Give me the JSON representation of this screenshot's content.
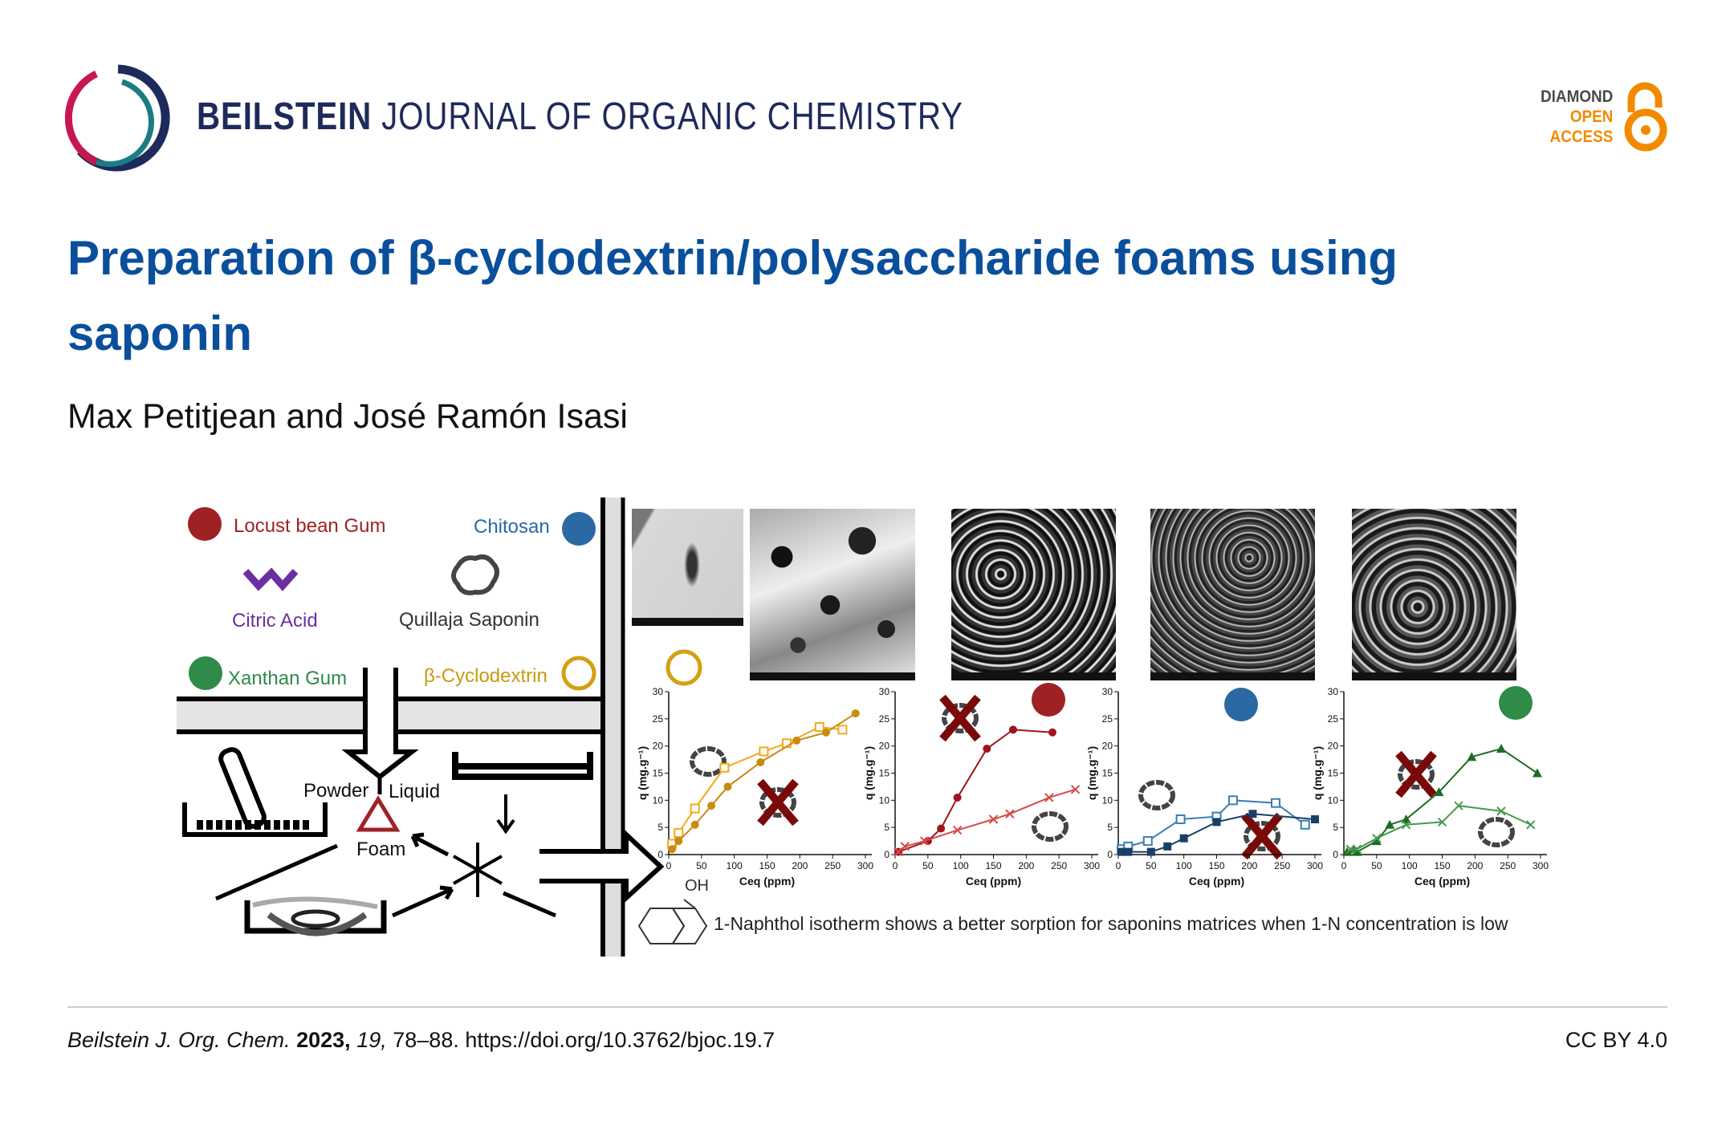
{
  "header": {
    "journal_bold": "BEILSTEIN",
    "journal_rest": "JOURNAL OF ORGANIC CHEMISTRY",
    "open_access": [
      "DIAMOND",
      "OPEN",
      "ACCESS"
    ],
    "colors": {
      "navy": "#1f2a5c",
      "red": "#c8174f",
      "teal": "#1b7c84",
      "orange": "#f28a00"
    }
  },
  "article": {
    "title": "Preparation of β-cyclodextrin/polysaccharide foams using saponin",
    "authors": "Max Petitjean and José Ramón Isasi"
  },
  "graphic": {
    "legend": {
      "locust": "Locust bean Gum",
      "chitosan": "Chitosan",
      "citric": "Citric Acid",
      "saponin": "Quillaja Saponin",
      "xanthan": "Xanthan Gum",
      "cd": "β-Cyclodextrin"
    },
    "process": {
      "powder": "Powder",
      "liquid": "Liquid",
      "foam": "Foam"
    },
    "oh": "OH",
    "caption": "1-Naphthol isotherm shows a better sorption for saponins matrices when 1-N concentration is low",
    "colors": {
      "locust": "#9e2224",
      "chitosan": "#2a69a3",
      "xanthan": "#2e8b48",
      "citric": "#6a2ea0",
      "cd": "#d4a010",
      "cross": "#7a0a0a"
    }
  },
  "chart_data": [
    {
      "type": "scatter",
      "name": "beta-cyclodextrin",
      "xlabel": "Ceq (ppm)",
      "ylabel": "q (mg.g⁻¹)",
      "xlim": [
        0,
        300
      ],
      "ylim": [
        0,
        30
      ],
      "xticks": [
        "0",
        "50",
        "100",
        "150",
        "200",
        "250",
        "300"
      ],
      "yticks": [
        "0",
        "5",
        "10",
        "15",
        "20",
        "25",
        "30"
      ],
      "series": [
        {
          "name": "with saponin",
          "marker": "square-open",
          "color": "#f7a81b",
          "x": [
            5,
            15,
            40,
            85,
            145,
            180,
            230,
            265
          ],
          "y": [
            2,
            4,
            8.5,
            16,
            19,
            20.5,
            23.5,
            23
          ]
        },
        {
          "name": "without saponin",
          "marker": "circle",
          "color": "#c98a10",
          "x": [
            5,
            15,
            40,
            65,
            90,
            140,
            195,
            240,
            285
          ],
          "y": [
            1,
            2.5,
            5.5,
            9,
            12.5,
            17,
            21,
            22.5,
            26
          ]
        }
      ]
    },
    {
      "type": "scatter",
      "name": "locust-bean-gum",
      "xlabel": "Ceq (ppm)",
      "ylabel": "q (mg.g⁻¹)",
      "xlim": [
        0,
        300
      ],
      "ylim": [
        0,
        30
      ],
      "xticks": [
        "0",
        "50",
        "100",
        "150",
        "200",
        "250",
        "300"
      ],
      "yticks": [
        "0",
        "5",
        "10",
        "15",
        "20",
        "25",
        "30"
      ],
      "series": [
        {
          "name": "without saponin",
          "marker": "circle",
          "color": "#a0141c",
          "x": [
            5,
            50,
            70,
            95,
            140,
            180,
            240
          ],
          "y": [
            0.5,
            2.5,
            4.8,
            10.5,
            19.5,
            23,
            22.5
          ]
        },
        {
          "name": "with saponin",
          "marker": "x-open",
          "color": "#d44a4a",
          "x": [
            5,
            15,
            45,
            95,
            150,
            175,
            235,
            275
          ],
          "y": [
            0.5,
            1.5,
            2.5,
            4.5,
            6.5,
            7.5,
            10.5,
            12
          ]
        }
      ]
    },
    {
      "type": "scatter",
      "name": "chitosan",
      "xlabel": "Ceq (ppm)",
      "ylabel": "q (mg.g⁻¹)",
      "xlim": [
        0,
        300
      ],
      "ylim": [
        0,
        30
      ],
      "xticks": [
        "0",
        "50",
        "100",
        "150",
        "200",
        "250",
        "300"
      ],
      "yticks": [
        "0",
        "5",
        "10",
        "15",
        "20",
        "25",
        "30"
      ],
      "series": [
        {
          "name": "with saponin",
          "marker": "square-open",
          "color": "#3a7fb5",
          "x": [
            5,
            15,
            45,
            95,
            150,
            175,
            240,
            285
          ],
          "y": [
            1,
            1.5,
            2.5,
            6.5,
            7,
            10,
            9.5,
            5.5
          ]
        },
        {
          "name": "without saponin",
          "marker": "square",
          "color": "#1a3f66",
          "x": [
            5,
            15,
            50,
            75,
            100,
            150,
            205,
            300
          ],
          "y": [
            0.5,
            0.5,
            0.5,
            1.5,
            3,
            6,
            7.5,
            6.5
          ]
        }
      ]
    },
    {
      "type": "scatter",
      "name": "xanthan-gum",
      "xlabel": "Ceq (ppm)",
      "ylabel": "q (mg.g⁻¹)",
      "xlim": [
        0,
        300
      ],
      "ylim": [
        0,
        30
      ],
      "xticks": [
        "0",
        "50",
        "100",
        "150",
        "200",
        "250",
        "300"
      ],
      "yticks": [
        "0",
        "5",
        "10",
        "15",
        "20",
        "25",
        "30"
      ],
      "series": [
        {
          "name": "without saponin",
          "marker": "triangle",
          "color": "#1e6b26",
          "x": [
            5,
            15,
            20,
            50,
            70,
            95,
            145,
            195,
            240,
            295
          ],
          "y": [
            0.5,
            1,
            0.5,
            2.5,
            5.5,
            6.5,
            11.5,
            18,
            19.5,
            15
          ]
        },
        {
          "name": "with saponin",
          "marker": "x-open",
          "color": "#4a9a50",
          "x": [
            10,
            20,
            50,
            95,
            150,
            175,
            240,
            285
          ],
          "y": [
            1,
            1,
            3,
            5.5,
            6,
            9,
            8,
            5.5
          ]
        }
      ]
    }
  ],
  "footer": {
    "journal": "Beilstein J. Org. Chem.",
    "year": "2023,",
    "volume": "19,",
    "pages_doi": " 78–88. https://doi.org/10.3762/bjoc.19.7",
    "license": "CC BY 4.0"
  }
}
